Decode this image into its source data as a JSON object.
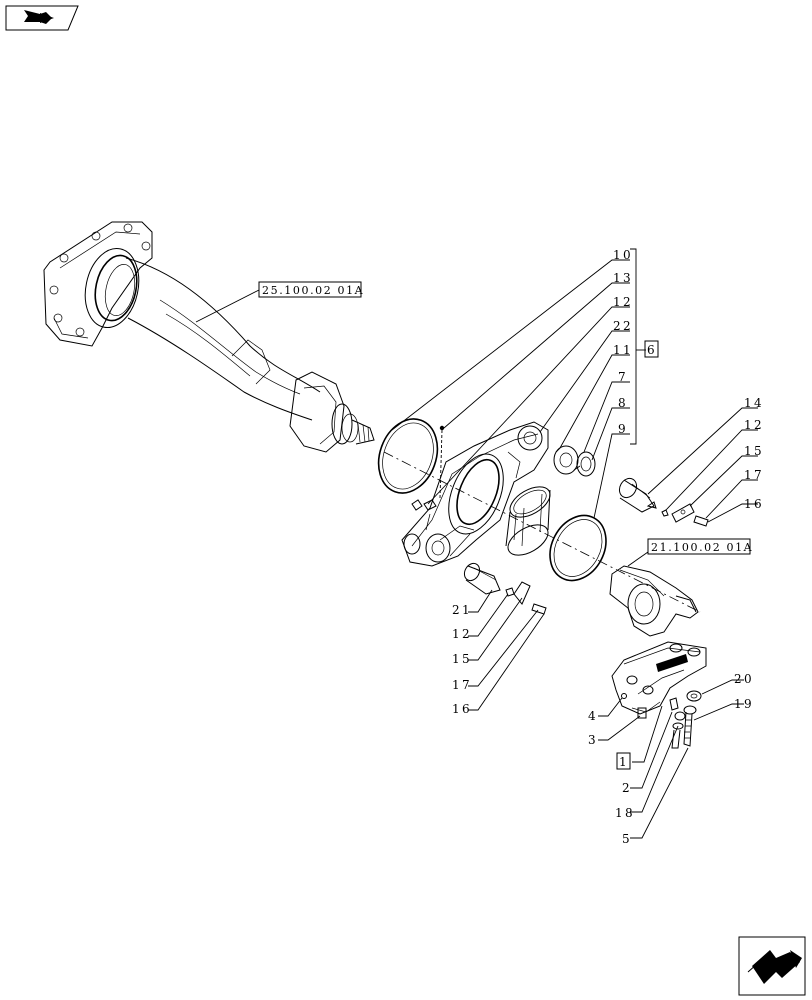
{
  "diagram": {
    "reference_labels": {
      "top_axle_ref": "25.100.02 01A",
      "right_axle_ref": "21.100.02 01A"
    },
    "kit_label": "6",
    "assembly_label": "1",
    "callouts": {
      "c10": "10",
      "c13": "13",
      "c12a": "12",
      "c22": "22",
      "c11": "11",
      "c7": "7",
      "c8": "8",
      "c9": "9",
      "c14": "14",
      "c12b": "12",
      "c15a": "15",
      "c17a": "17",
      "c16a": "16",
      "c21": "21",
      "c12c": "12",
      "c15b": "15",
      "c17b": "17",
      "c16b": "16",
      "c20": "20",
      "c19": "19",
      "c4": "4",
      "c3": "3",
      "c2": "2",
      "c18": "18",
      "c5": "5"
    }
  },
  "icons": {
    "top_left": "book-arrow-icon",
    "bottom_right": "next-page-arrow-icon"
  }
}
